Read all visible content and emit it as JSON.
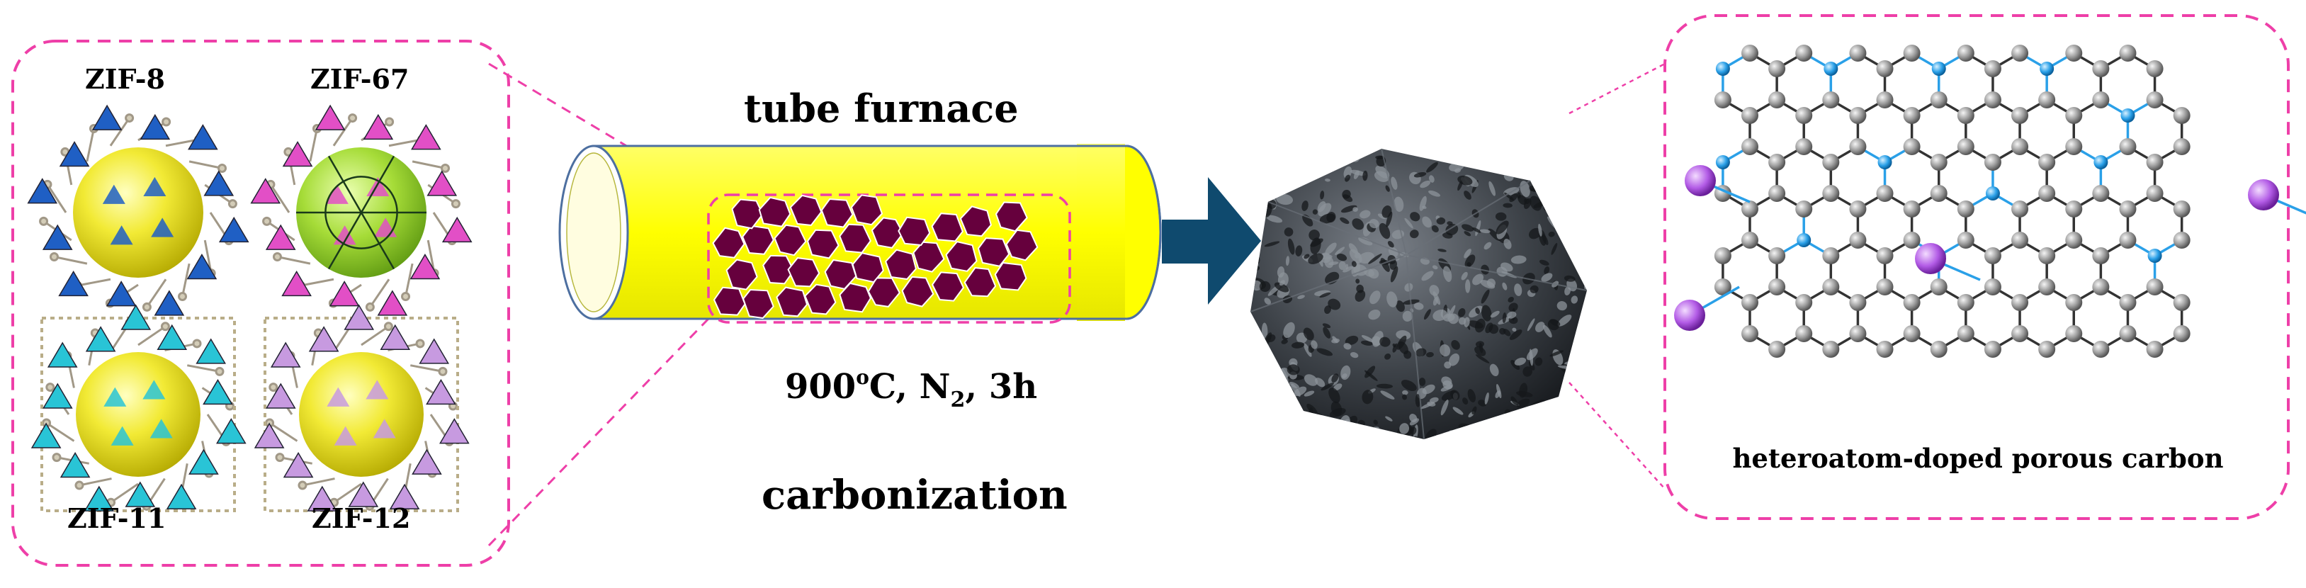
{
  "zif_panel": {
    "items": [
      {
        "label": "ZIF-8",
        "framework_color": "#1f5fc4",
        "core_color": "#f0ea3a"
      },
      {
        "label": "ZIF-67",
        "framework_color": "#e24fc6",
        "core_color": "#a6dc38"
      },
      {
        "label": "ZIF-11",
        "framework_color": "#29c4d6",
        "core_color": "#ecdf12"
      },
      {
        "label": "ZIF-12",
        "framework_color": "#c79ae0",
        "core_color": "#ecdf12"
      }
    ]
  },
  "furnace": {
    "title": "tube furnace",
    "conditions_main": "900",
    "conditions_deg": "o",
    "conditions_c_n": "C, N",
    "conditions_sub": "2",
    "conditions_rest": ", 3h",
    "process": "carbonization",
    "tube_color": "#ffff00",
    "particle_color": "#66003d"
  },
  "arrow": {
    "color": "#0f4a6e"
  },
  "carbon_panel": {
    "caption": "heteroatom-doped porous carbon",
    "carbon_atom_color": "#9a9a9a",
    "heteroatom_color": "#2aa0e8",
    "dopant_color": "#b35ce6"
  },
  "colors": {
    "dashed_border": "#ee3fa8"
  }
}
